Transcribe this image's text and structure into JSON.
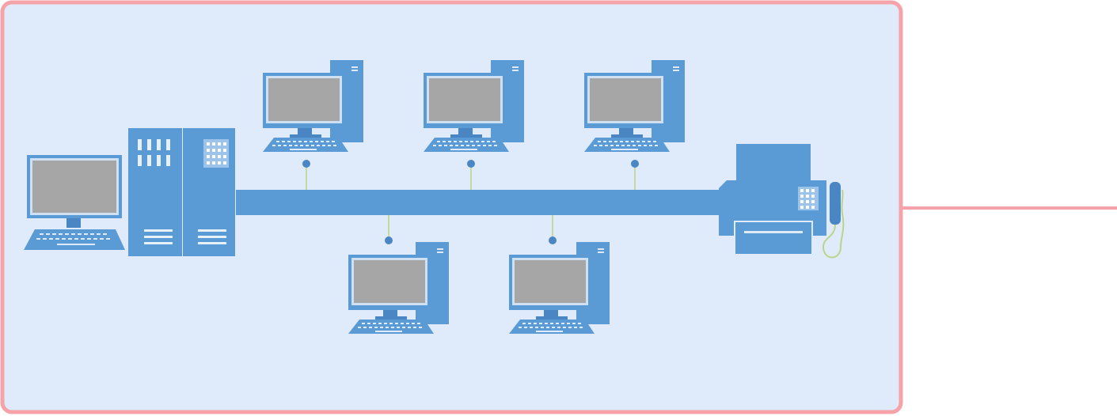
{
  "colors": {
    "frame_border": "#f5a3a8",
    "frame_fill": "#dfeafa",
    "device_blue": "#5b9bd5",
    "device_dark": "#4a86c4",
    "device_light": "#9cc3ea",
    "screen_gray": "#a6a6a6",
    "connector_green": "#b9d58c",
    "connector_line": "#c5d9a0"
  },
  "diagram": {
    "topology": "bus",
    "devices": [
      {
        "id": "server",
        "kind": "server",
        "icon": "server-workstation-icon"
      },
      {
        "id": "pc-top-1",
        "kind": "computer",
        "icon": "desktop-computer-icon",
        "attached": "top"
      },
      {
        "id": "pc-top-2",
        "kind": "computer",
        "icon": "desktop-computer-icon",
        "attached": "top"
      },
      {
        "id": "pc-top-3",
        "kind": "computer",
        "icon": "desktop-computer-icon",
        "attached": "top"
      },
      {
        "id": "pc-bottom-1",
        "kind": "computer",
        "icon": "desktop-computer-icon",
        "attached": "bottom"
      },
      {
        "id": "pc-bottom-2",
        "kind": "computer",
        "icon": "desktop-computer-icon",
        "attached": "bottom"
      },
      {
        "id": "fax",
        "kind": "fax-printer",
        "icon": "fax-machine-icon"
      }
    ]
  }
}
